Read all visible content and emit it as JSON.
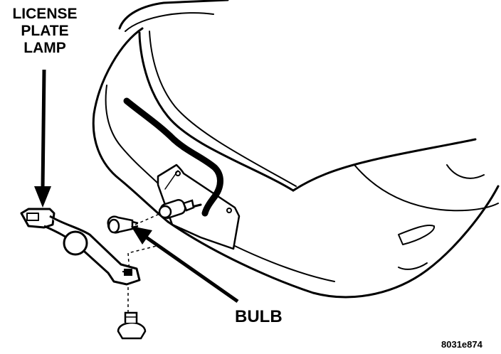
{
  "labels": {
    "license_plate_lamp": [
      "LICENSE",
      "PLATE",
      "LAMP"
    ],
    "bulb": "BULB",
    "figure_id": "8031e874"
  }
}
